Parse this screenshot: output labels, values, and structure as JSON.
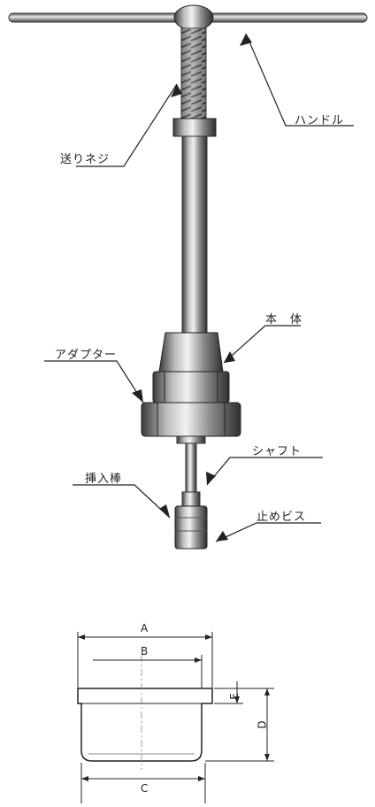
{
  "tool_labels": {
    "handle": "ハンドル",
    "feed_screw": "送りネジ",
    "body": "本　体",
    "adapter": "アダプター",
    "shaft": "シャフト",
    "insert_rod": "挿入棒",
    "stop_screw": "止めビス"
  },
  "dimension_labels": {
    "a": "A",
    "b": "B",
    "c": "C",
    "d": "D",
    "e": "E"
  }
}
